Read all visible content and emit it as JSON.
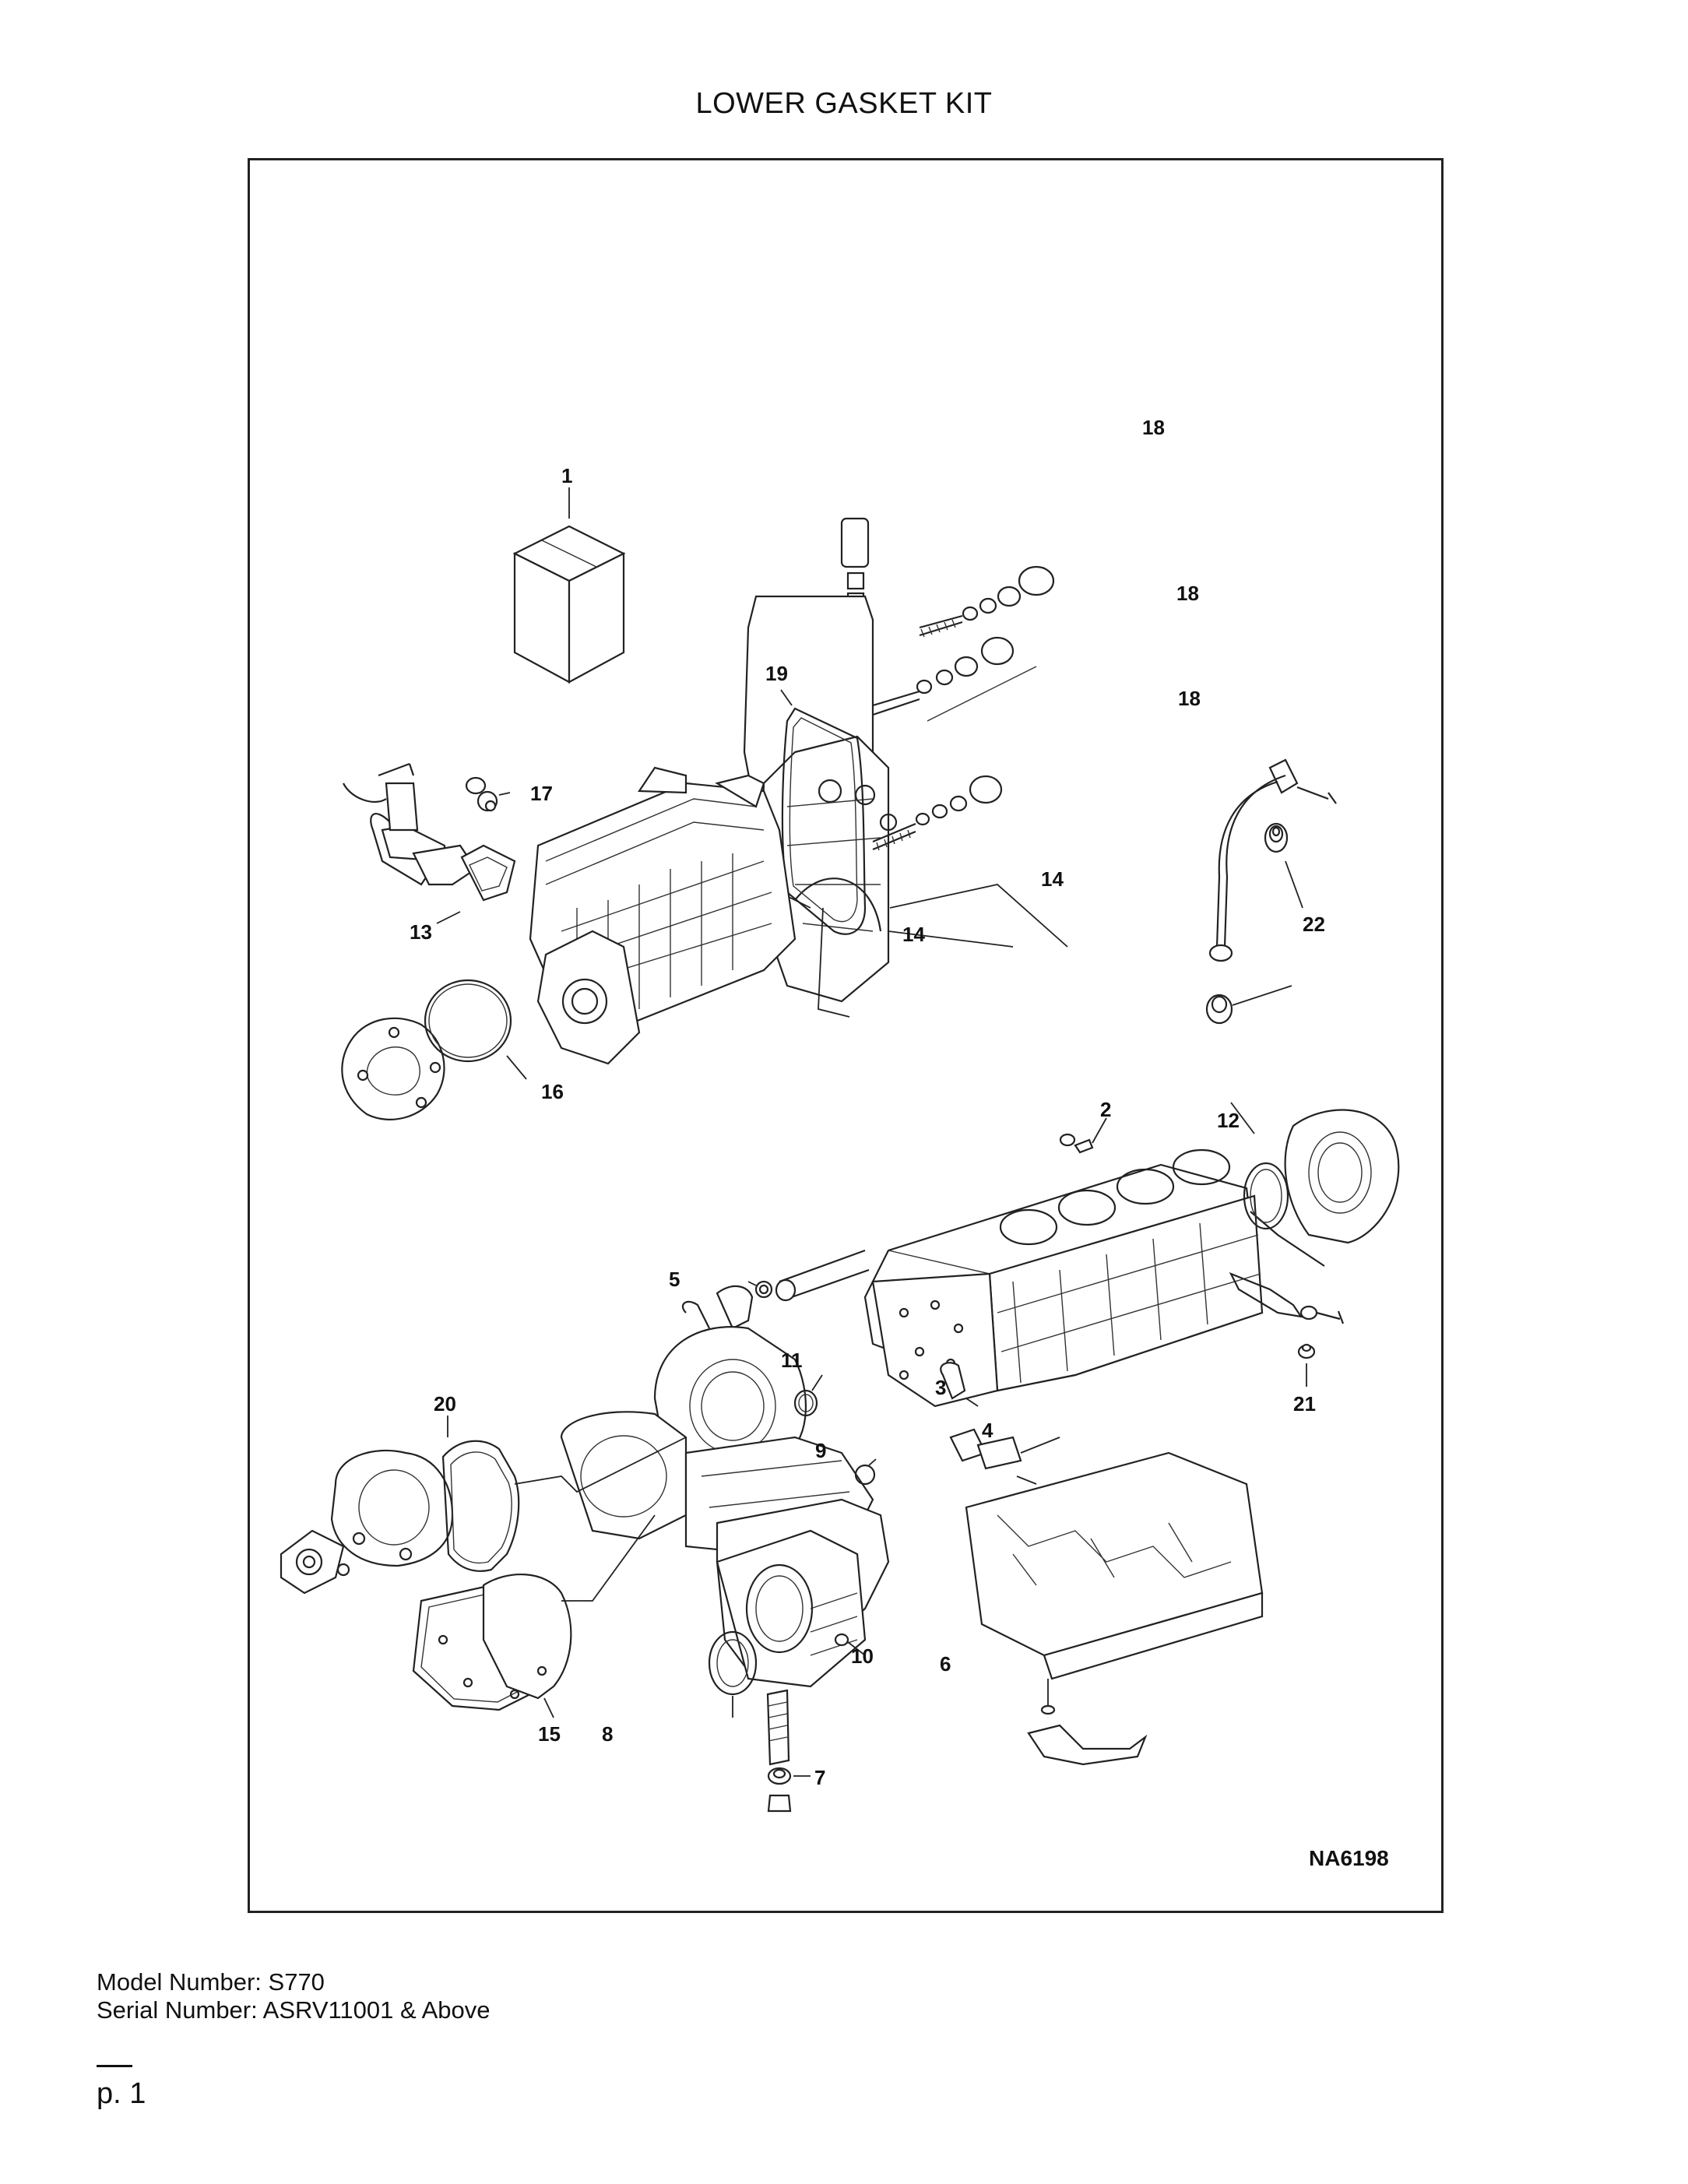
{
  "page": {
    "title": "LOWER GASKET KIT",
    "model_number": "Model Number: S770",
    "serial_number": "Serial Number: ASRV11001 & Above",
    "page_label": "p. 1"
  },
  "diagram": {
    "drawing_id": "NA6198",
    "callouts": [
      "1",
      "18",
      "18",
      "18",
      "19",
      "17",
      "14",
      "14",
      "13",
      "22",
      "16",
      "2",
      "12",
      "5",
      "11",
      "3",
      "20",
      "4",
      "9",
      "21",
      "6",
      "10",
      "15",
      "8",
      "7"
    ]
  }
}
